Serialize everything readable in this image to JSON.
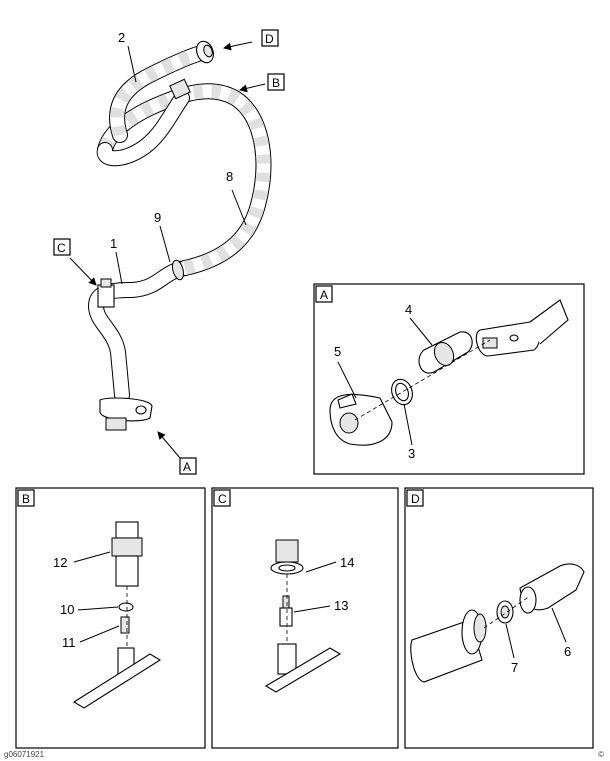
{
  "callouts": {
    "n1": "1",
    "n2": "2",
    "n3": "3",
    "n4": "4",
    "n5": "5",
    "n6": "6",
    "n7": "7",
    "n8": "8",
    "n9": "9",
    "n10": "10",
    "n11": "11",
    "n12": "12",
    "n13": "13",
    "n14": "14"
  },
  "view_letters": {
    "A": "A",
    "B": "B",
    "C": "C",
    "D": "D"
  },
  "footer": {
    "left": "g06071921",
    "right": "©"
  }
}
